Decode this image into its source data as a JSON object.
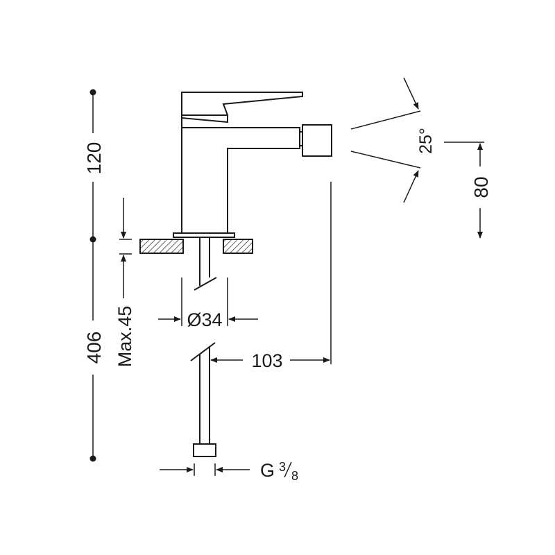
{
  "dimensions": {
    "top_height": "120",
    "bottom_length": "406",
    "max_thickness": "Max.45",
    "hole_diameter": "Ø34",
    "spout_reach": "103",
    "spout_height": "80",
    "spray_angle": "25°",
    "connection_main": "G",
    "connection_num": "3",
    "connection_den": "8"
  },
  "icons": {
    "dot": "dimension-end-dot",
    "arrow": "dimension-arrow"
  }
}
